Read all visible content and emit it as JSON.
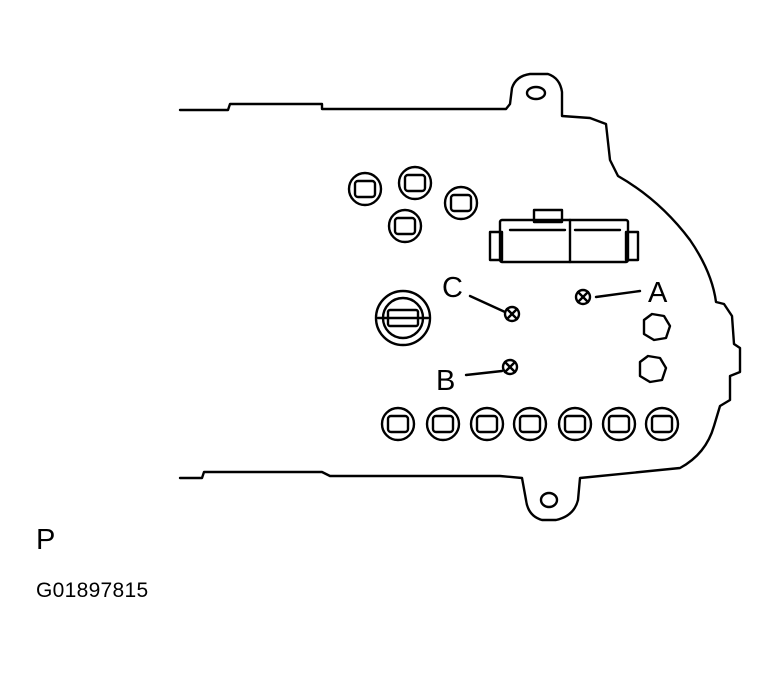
{
  "diagram": {
    "callouts": {
      "a": "A",
      "b": "B",
      "c": "C"
    },
    "view_letter": "P",
    "figure_code": "G01897815"
  }
}
